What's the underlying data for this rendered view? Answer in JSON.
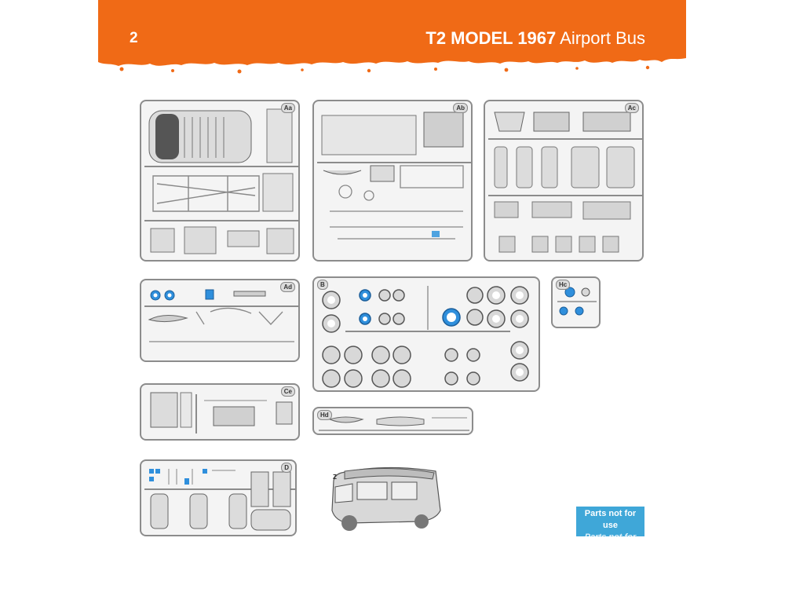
{
  "header": {
    "page_number": "2",
    "title_bold": "T2 MODEL 1967",
    "title_regular": "Airport Bus",
    "banner_color": "#f06a16"
  },
  "sprues": [
    {
      "id": "Aa",
      "label": "Aa"
    },
    {
      "id": "Ab",
      "label": "Ab"
    },
    {
      "id": "Ac",
      "label": "Ac"
    },
    {
      "id": "Ad",
      "label": "Ad"
    },
    {
      "id": "B",
      "label": "B"
    },
    {
      "id": "Hc",
      "label": "Hc"
    },
    {
      "id": "Ce",
      "label": "Ce"
    },
    {
      "id": "Hd",
      "label": "Hd"
    },
    {
      "id": "D",
      "label": "D"
    }
  ],
  "body_shell": {
    "label": "Z"
  },
  "notice": {
    "line1": "Parts not for use",
    "line2": "Parts not for use",
    "color": "#3fa7d8"
  },
  "colors": {
    "sprue_frame": "#8c8c8c",
    "part_fill": "#d9d9d9",
    "clear_part": "#2f8fdc"
  }
}
